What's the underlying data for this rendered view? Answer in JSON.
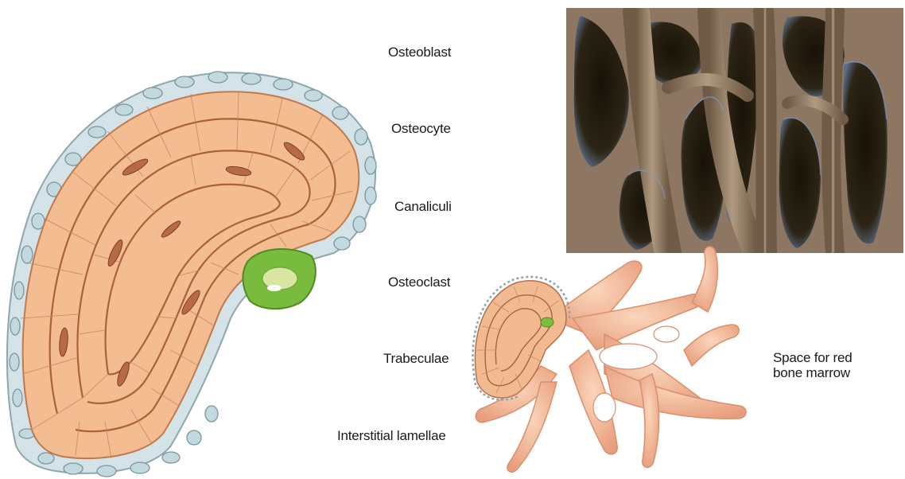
{
  "labels": {
    "osteoblast": "Osteoblast",
    "osteocyte": "Osteocyte",
    "canaliculi": "Canaliculi",
    "osteoclast": "Osteoclast",
    "trabeculae": "Trabeculae",
    "interstitial_lamellae": "Interstitial lamellae",
    "marrow_space_line1": "Space for red",
    "marrow_space_line2": "bone marrow"
  },
  "colors": {
    "bone": "#f2b98d",
    "bone_dark": "#b5683d",
    "osteoblast": "#c9dde3",
    "osteoclast": "#7cbd3e",
    "trabecula": "#f0b898",
    "micrograph_bone": "#9a826a",
    "micrograph_cavity": "#262014"
  }
}
